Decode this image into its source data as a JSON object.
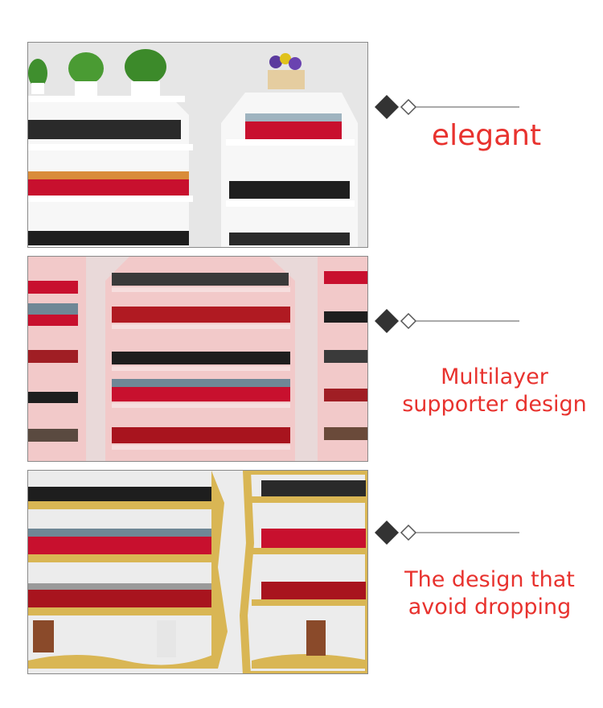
{
  "features": [
    {
      "caption": "elegant",
      "scene": "white-shelves"
    },
    {
      "caption": "Multilayer\nsupporter design",
      "scene": "pink-shelves"
    },
    {
      "caption": "The design that\navoid dropping",
      "scene": "gold-shelves"
    }
  ],
  "colors": {
    "caption": "#e8322e",
    "marker_dark": "#333333",
    "line": "#555555",
    "white_frame": "#f7f7f7",
    "pink_frame": "#f2c9c9",
    "gold_frame": "#d9b654",
    "bottle_red": "#c8102e",
    "bottle_black": "#1e1e1e",
    "cap_gray": "#6f8796"
  },
  "icons": [
    "diamond-marker-icon"
  ]
}
